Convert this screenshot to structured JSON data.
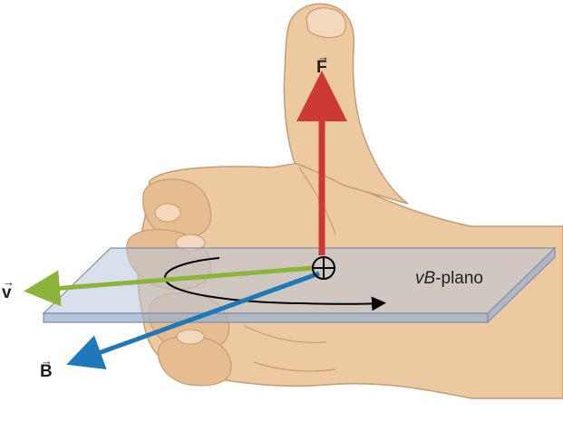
{
  "labels": {
    "force": "F",
    "velocity": "v",
    "field": "B",
    "plane_var": "vB",
    "plane_word": "-plano"
  },
  "colors": {
    "force_arrow": "#cc3a35",
    "velocity_arrow": "#8cb33a",
    "field_arrow": "#1f78b8",
    "plane": "#b9c6db",
    "hand": "#ecc9a0"
  },
  "icons": {
    "arrow_overline": "→",
    "out_of_plane_symbol": "circle-plus-icon"
  }
}
